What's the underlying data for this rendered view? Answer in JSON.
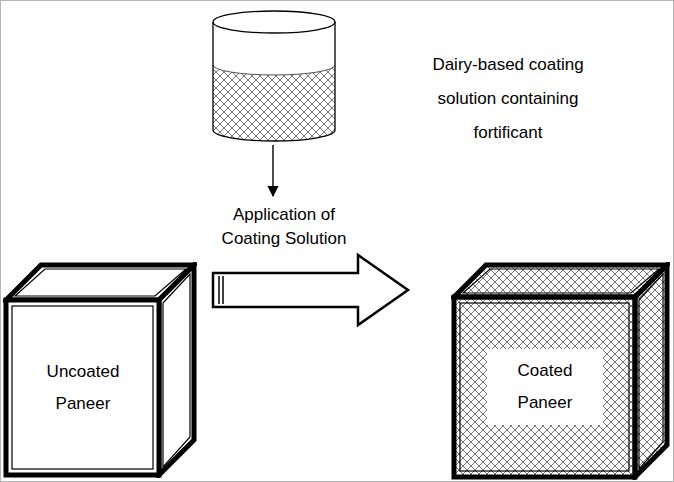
{
  "diagram": {
    "nodes": [
      {
        "text": [
          "Uncoated Paneer"
        ]
      },
      {
        "text": [
          "Coated Paneer"
        ]
      }
    ],
    "edges": [
      {
        "from": 0,
        "to": 1,
        "label": "Application of Coating Solution",
        "arrow": "to"
      }
    ],
    "labels": [
      "Dairy-based coating solution containing fortificant"
    ]
  }
}
